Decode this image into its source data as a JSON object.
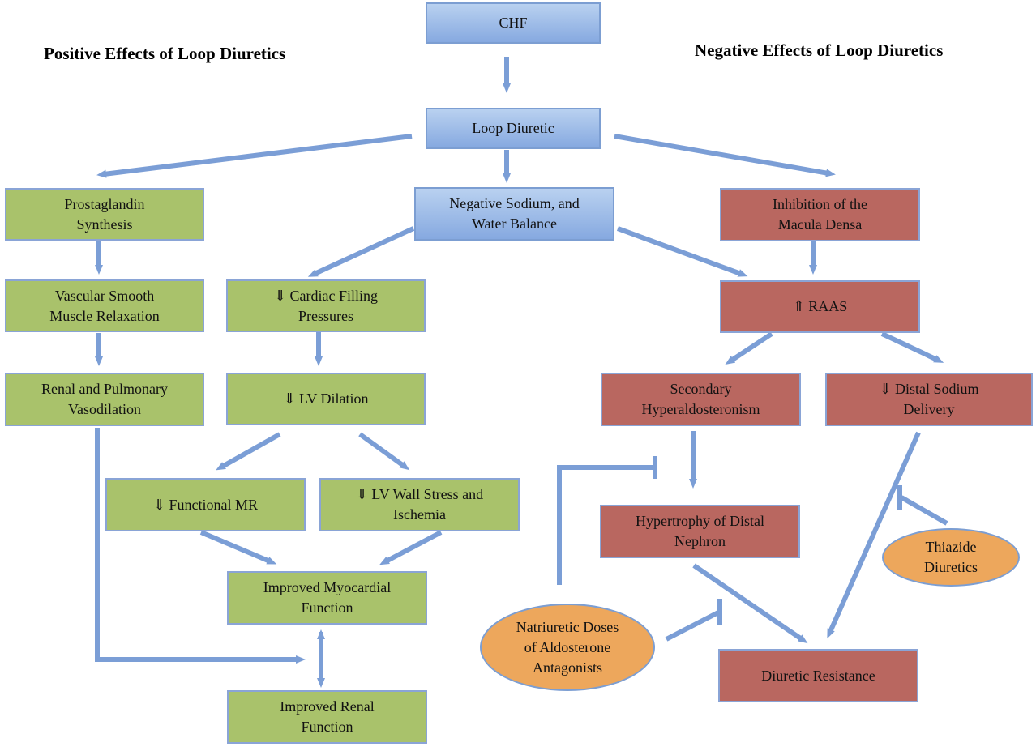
{
  "headings": {
    "positive": "Positive Effects of  Loop Diuretics",
    "negative": "Negative Effects of  Loop Diuretics"
  },
  "nodes": {
    "chf": "CHF",
    "loop_diuretic": "Loop Diuretic",
    "negative_sodium": "Negative Sodium, and\nWater Balance",
    "prostaglandin": "Prostaglandin\nSynthesis",
    "vascular_smooth": "Vascular Smooth\nMuscle Relaxation",
    "renal_pulmonary": "Renal and Pulmonary\nVasodilation",
    "cardiac_filling": "⇓ Cardiac Filling\nPressures",
    "lv_dilation": "⇓ LV Dilation",
    "functional_mr": "⇓ Functional MR",
    "lv_wall_stress": "⇓ LV Wall Stress and\nIschemia",
    "improved_myocardial": "Improved Myocardial\nFunction",
    "improved_renal": "Improved Renal\nFunction",
    "inhibition_macula": "Inhibition of the\nMacula Densa",
    "raas": "⇑ RAAS",
    "secondary_hyper": "Secondary\nHyperaldosteronism",
    "distal_sodium": "⇓ Distal Sodium\nDelivery",
    "hypertrophy": "Hypertrophy of Distal\nNephron",
    "diuretic_resistance": "Diuretic Resistance",
    "thiazide": "Thiazide\nDiuretics",
    "natriuretic": "Natriuretic Doses\nof Aldosterone\nAntagonists"
  },
  "colors": {
    "blue_fill": "#9dbbe9",
    "green_fill": "#a9c26b",
    "red_fill": "#b96760",
    "orange_fill": "#eda75c",
    "edge": "#7b9ed6"
  }
}
